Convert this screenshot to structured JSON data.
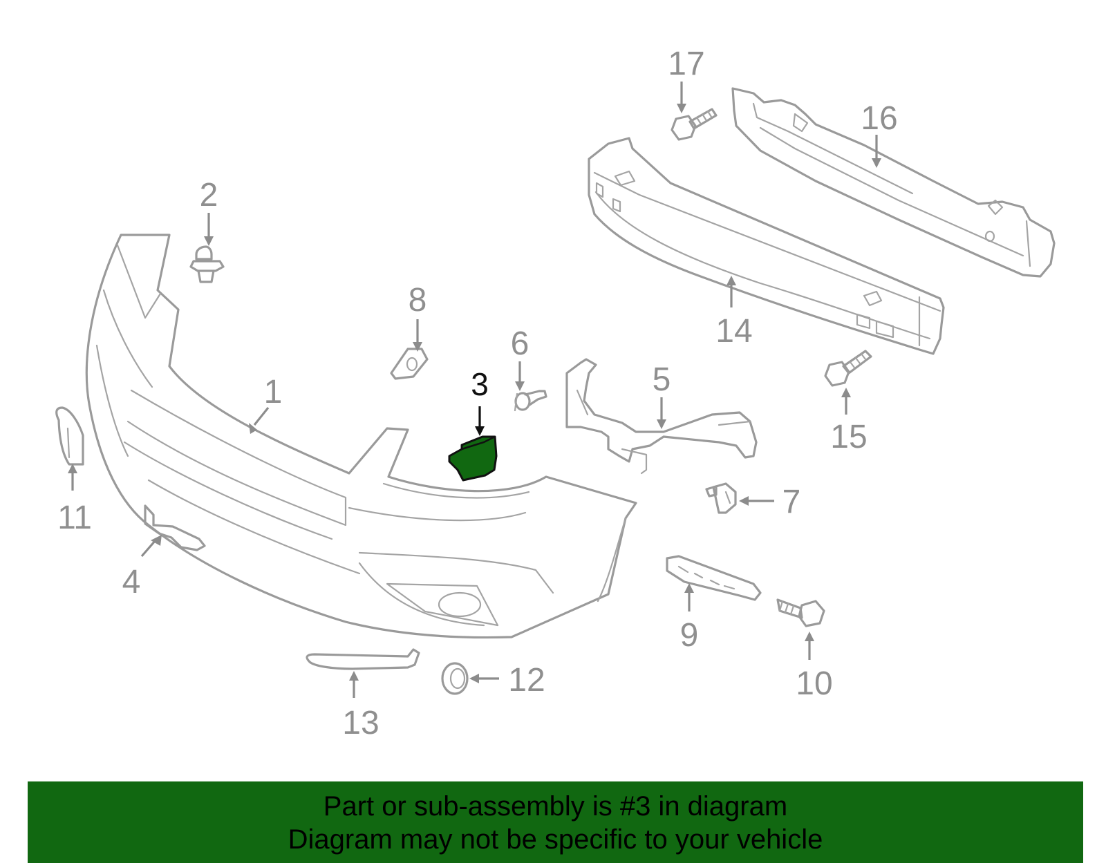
{
  "diagram": {
    "highlighted_part": "3",
    "callouts": {
      "c1": "1",
      "c2": "2",
      "c3": "3",
      "c4": "4",
      "c5": "5",
      "c6": "6",
      "c7": "7",
      "c8": "8",
      "c9": "9",
      "c10": "10",
      "c11": "11",
      "c12": "12",
      "c13": "13",
      "c14": "14",
      "c15": "15",
      "c16": "16",
      "c17": "17"
    },
    "colors": {
      "highlight": "#116811",
      "line": "#9a9a9a",
      "banner": "#116811"
    }
  },
  "banner": {
    "line1": "Part or sub-assembly is #3 in diagram",
    "line2": "Diagram may not be specific to your vehicle"
  }
}
